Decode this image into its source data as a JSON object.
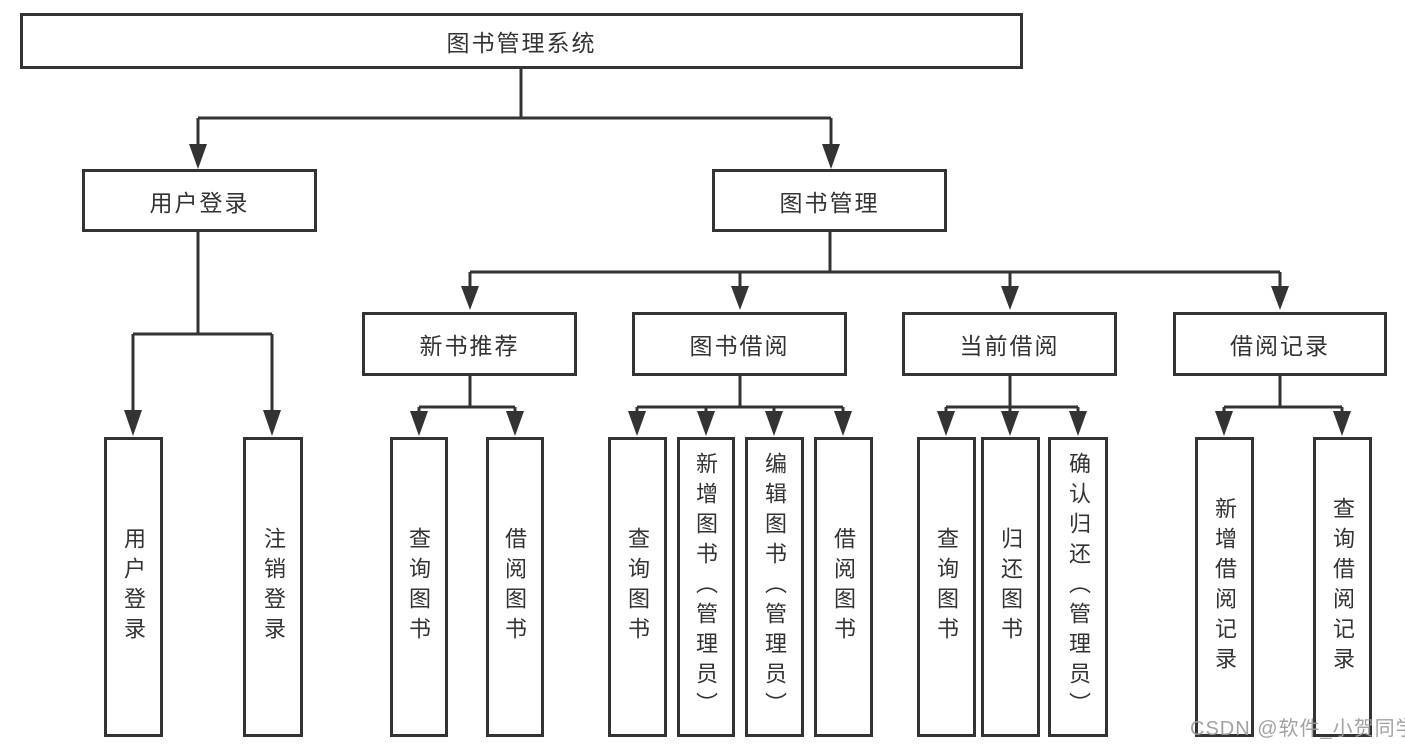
{
  "tree": {
    "root": {
      "label": "图书管理系统"
    },
    "branches": [
      {
        "label": "用户登录",
        "children": [
          {
            "label": "用户登录"
          },
          {
            "label": "注销登录"
          }
        ]
      },
      {
        "label": "图书管理",
        "groups": [
          {
            "label": "新书推荐",
            "children": [
              {
                "label": "查询图书"
              },
              {
                "label": "借阅图书"
              }
            ]
          },
          {
            "label": "图书借阅",
            "children": [
              {
                "label": "查询图书"
              },
              {
                "label": "新增图书（管理员）"
              },
              {
                "label": "编辑图书（管理员）"
              },
              {
                "label": "借阅图书"
              }
            ]
          },
          {
            "label": "当前借阅",
            "children": [
              {
                "label": "查询图书"
              },
              {
                "label": "归还图书"
              },
              {
                "label": "确认归还（管理员）"
              }
            ]
          },
          {
            "label": "借阅记录",
            "children": [
              {
                "label": "新增借阅记录"
              },
              {
                "label": "查询借阅记录"
              }
            ]
          }
        ]
      }
    ]
  },
  "watermark": {
    "text": "CSDN @软件_小贺同学"
  },
  "colors": {
    "line": "#333333",
    "box_border": "#333333",
    "text": "#333333",
    "watermark": "#9a9a9a",
    "background": "#ffffff"
  }
}
